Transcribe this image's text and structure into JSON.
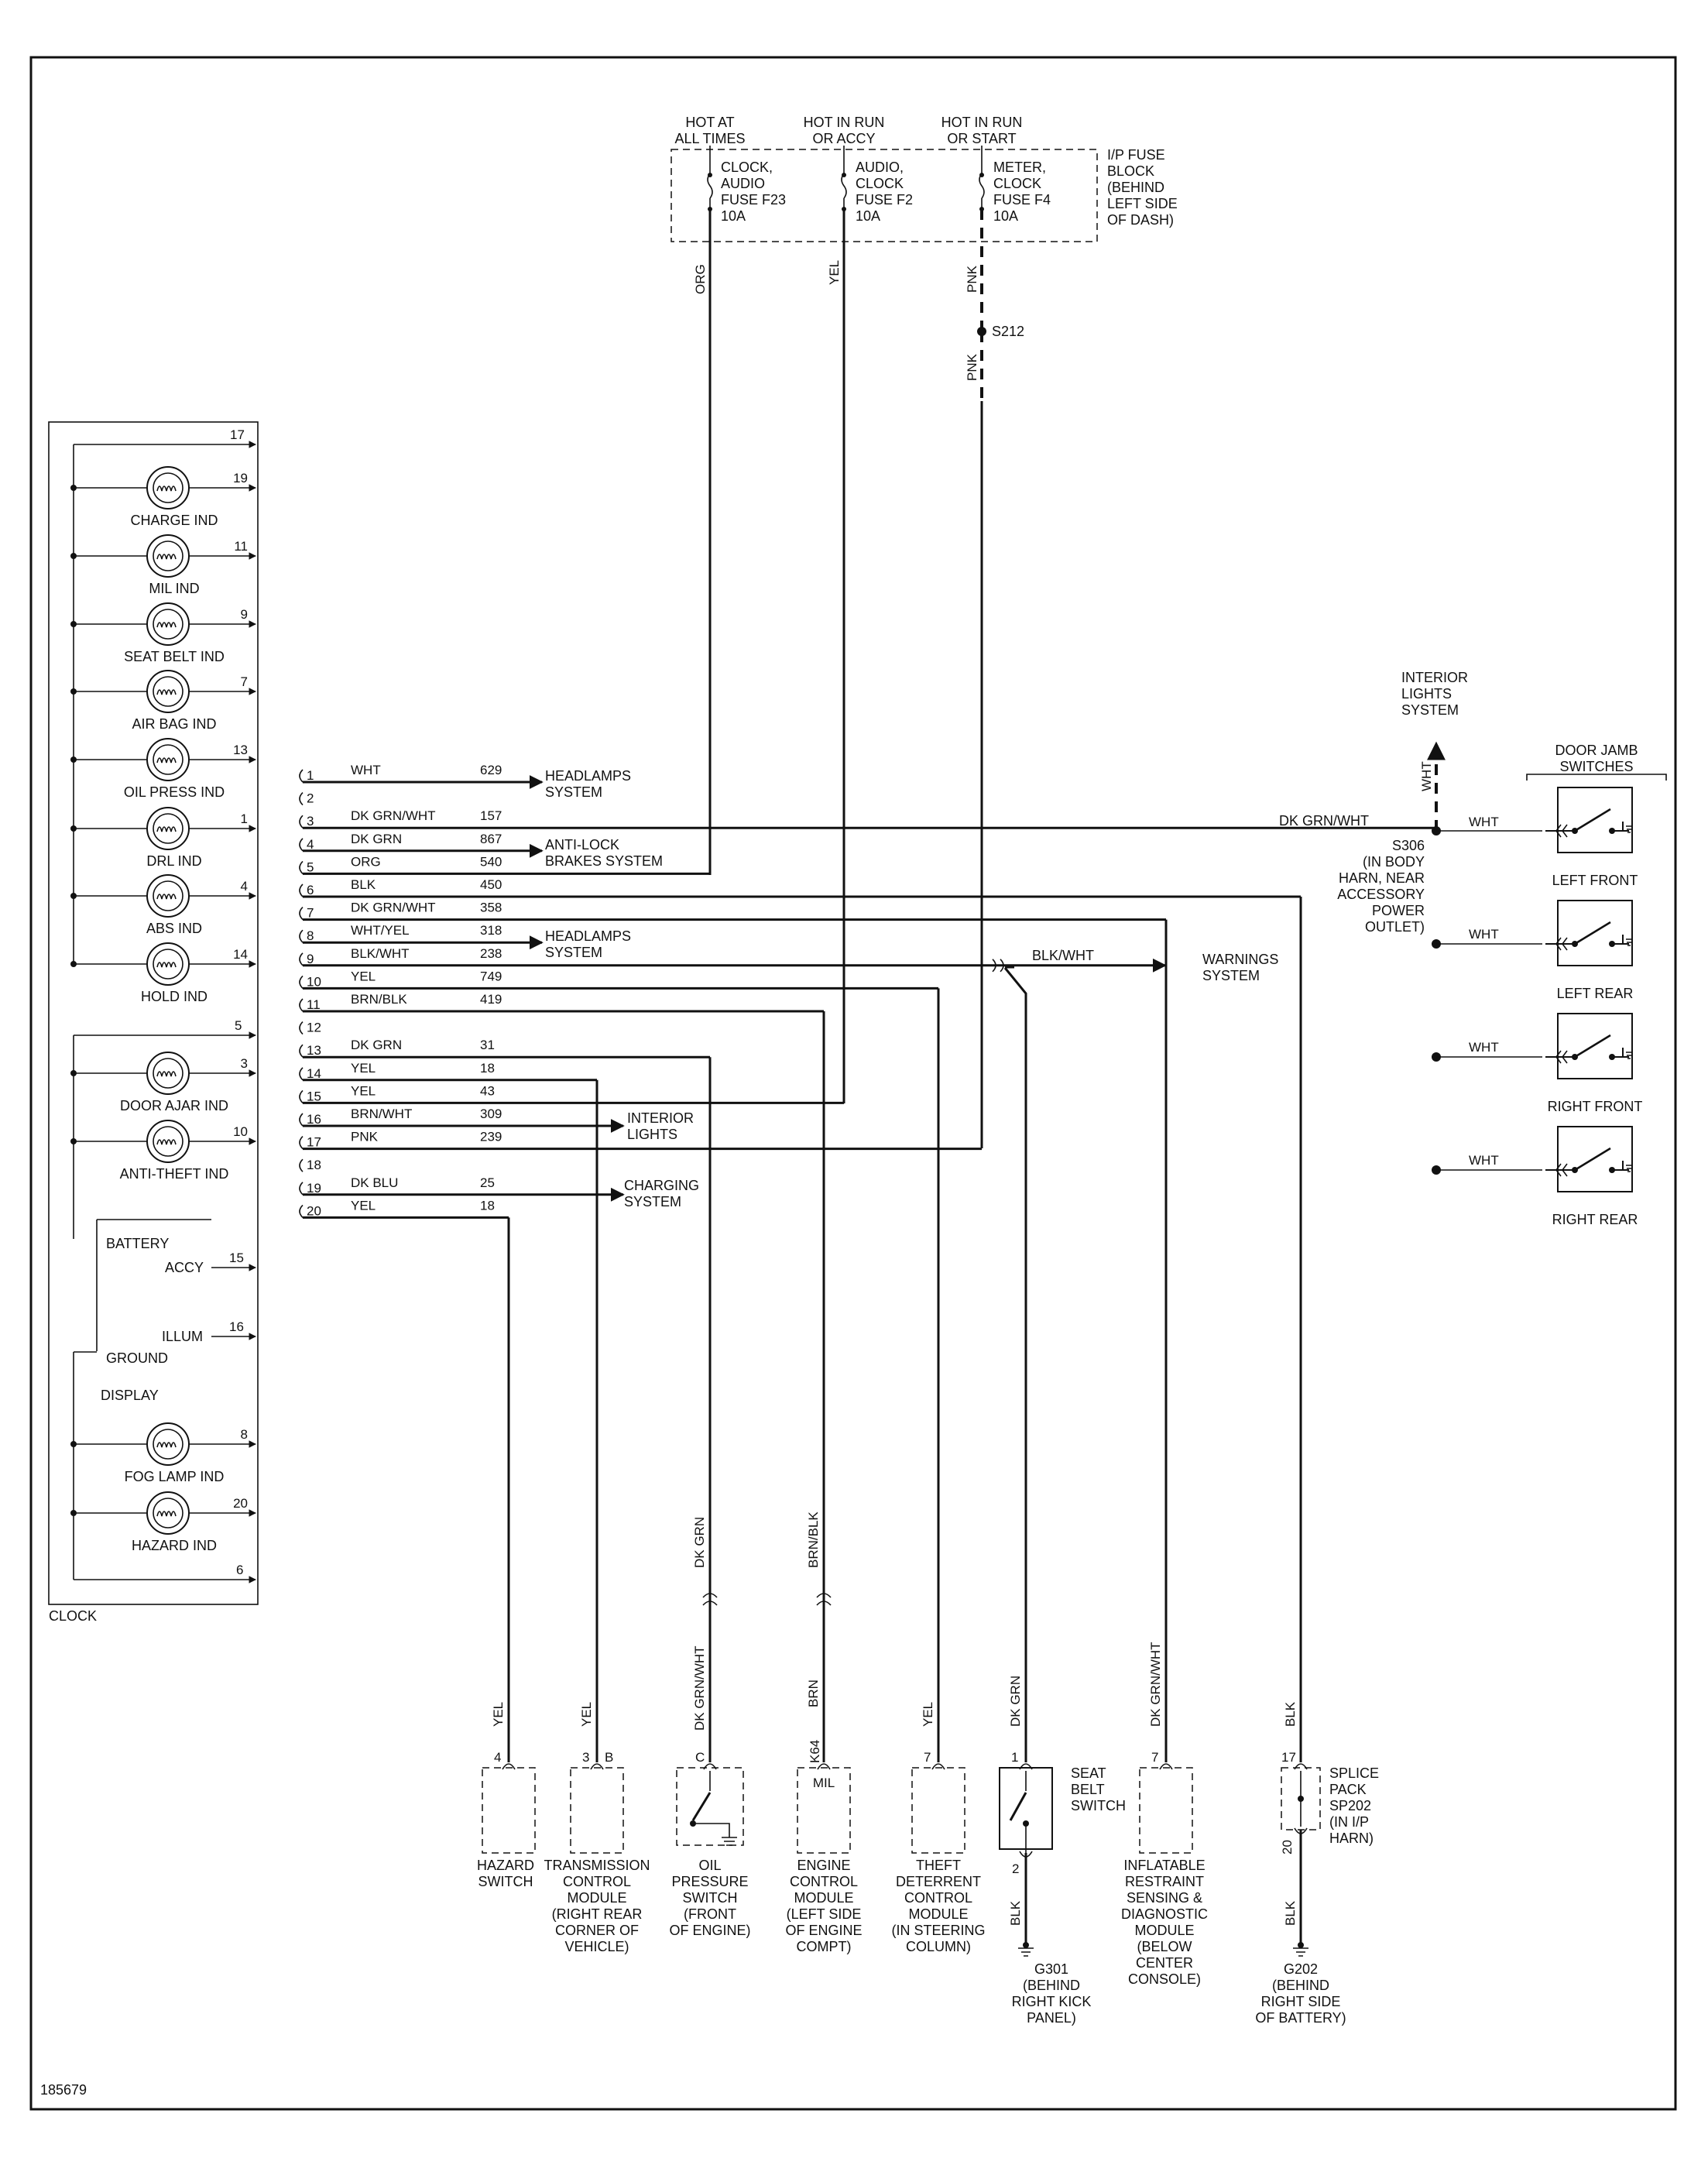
{
  "figure_id": "185679",
  "fuse_block": {
    "title": [
      "I/P FUSE",
      "BLOCK",
      "(BEHIND",
      "LEFT SIDE",
      "OF DASH)"
    ],
    "feeds": [
      {
        "hot": [
          "HOT AT",
          "ALL TIMES"
        ],
        "fuse": [
          "CLOCK,",
          "AUDIO",
          "FUSE F23",
          "10A"
        ],
        "wire": "ORG"
      },
      {
        "hot": [
          "HOT IN RUN",
          "OR ACCY"
        ],
        "fuse": [
          "AUDIO,",
          "CLOCK",
          "FUSE F2",
          "10A"
        ],
        "wire": "YEL"
      },
      {
        "hot": [
          "HOT IN RUN",
          "OR START"
        ],
        "fuse": [
          "METER,",
          "CLOCK",
          "FUSE F4",
          "10A"
        ],
        "wire": "PNK"
      }
    ],
    "splice": "S212",
    "splice_wire": "PNK"
  },
  "clock": {
    "label": "CLOCK",
    "pins": [
      "17",
      "19",
      "11",
      "9",
      "7",
      "13",
      "1",
      "4",
      "14",
      "5",
      "3",
      "10",
      "15",
      "16",
      "8",
      "20",
      "6"
    ],
    "indicators": [
      "CHARGE IND",
      "MIL IND",
      "SEAT BELT IND",
      "AIR BAG IND",
      "OIL PRESS IND",
      "DRL IND",
      "ABS IND",
      "HOLD IND",
      "DOOR AJAR IND",
      "ANTI-THEFT IND",
      "FOG LAMP IND",
      "HAZARD IND"
    ],
    "battery": "BATTERY",
    "accy": "ACCY",
    "illum": "ILLUM",
    "ground": "GROUND",
    "display": "DISPLAY"
  },
  "connector_rows": [
    {
      "pin": "1",
      "color": "WHT",
      "circuit": "629"
    },
    {
      "pin": "2",
      "color": "",
      "circuit": ""
    },
    {
      "pin": "3",
      "color": "DK GRN/WHT",
      "circuit": "157"
    },
    {
      "pin": "4",
      "color": "DK GRN",
      "circuit": "867"
    },
    {
      "pin": "5",
      "color": "ORG",
      "circuit": "540"
    },
    {
      "pin": "6",
      "color": "BLK",
      "circuit": "450"
    },
    {
      "pin": "7",
      "color": "DK GRN/WHT",
      "circuit": "358"
    },
    {
      "pin": "8",
      "color": "WHT/YEL",
      "circuit": "318"
    },
    {
      "pin": "9",
      "color": "BLK/WHT",
      "circuit": "238"
    },
    {
      "pin": "10",
      "color": "YEL",
      "circuit": "749"
    },
    {
      "pin": "11",
      "color": "BRN/BLK",
      "circuit": "419"
    },
    {
      "pin": "12",
      "color": "",
      "circuit": ""
    },
    {
      "pin": "13",
      "color": "DK GRN",
      "circuit": "31"
    },
    {
      "pin": "14",
      "color": "YEL",
      "circuit": "18"
    },
    {
      "pin": "15",
      "color": "YEL",
      "circuit": "43"
    },
    {
      "pin": "16",
      "color": "BRN/WHT",
      "circuit": "309"
    },
    {
      "pin": "17",
      "color": "PNK",
      "circuit": "239"
    },
    {
      "pin": "18",
      "color": "",
      "circuit": ""
    },
    {
      "pin": "19",
      "color": "DK BLU",
      "circuit": "25"
    },
    {
      "pin": "20",
      "color": "YEL",
      "circuit": "18"
    }
  ],
  "destinations": {
    "headlamps_1": [
      "HEADLAMPS",
      "SYSTEM"
    ],
    "antilock": [
      "ANTI-LOCK",
      "BRAKES SYSTEM"
    ],
    "headlamps_2": [
      "HEADLAMPS",
      "SYSTEM"
    ],
    "warnings": [
      "WARNINGS",
      "SYSTEM"
    ],
    "warnings_wire": "BLK/WHT",
    "interior_lights": [
      "INTERIOR",
      "LIGHTS"
    ],
    "charging": [
      "CHARGING",
      "SYSTEM"
    ]
  },
  "door_jamb": {
    "title": [
      "DOOR JAMB",
      "SWITCHES"
    ],
    "interior_system": [
      "INTERIOR",
      "LIGHTS",
      "SYSTEM"
    ],
    "interior_wire": "WHT",
    "bus_wire": "DK GRN/WHT",
    "splice": [
      "S306",
      "(IN BODY",
      "HARN, NEAR",
      "ACCESSORY",
      "POWER",
      "OUTLET)"
    ],
    "switches": [
      {
        "wire": "WHT",
        "label": "LEFT FRONT"
      },
      {
        "wire": "WHT",
        "label": "LEFT REAR"
      },
      {
        "wire": "WHT",
        "label": "RIGHT FRONT"
      },
      {
        "wire": "WHT",
        "label": "RIGHT REAR"
      }
    ]
  },
  "bottom_components": [
    {
      "wire": "YEL",
      "pin": "4",
      "label": [
        "HAZARD",
        "SWITCH"
      ]
    },
    {
      "wire": "YEL",
      "pin": "3",
      "pin2": "B",
      "label": [
        "TRANSMISSION",
        "CONTROL",
        "MODULE",
        "(RIGHT REAR",
        "CORNER OF",
        "VEHICLE)"
      ]
    },
    {
      "wire_top": "DK GRN",
      "wire": "DK GRN/WHT",
      "pin": "C",
      "label": [
        "OIL",
        "PRESSURE",
        "SWITCH",
        "(FRONT",
        "OF ENGINE)"
      ]
    },
    {
      "wire_top": "BRN/BLK",
      "wire": "BRN",
      "pin": "K64",
      "pin2": "MIL",
      "label": [
        "ENGINE",
        "CONTROL",
        "MODULE",
        "(LEFT SIDE",
        "OF ENGINE",
        "COMPT)"
      ]
    },
    {
      "wire": "YEL",
      "pin": "7",
      "label": [
        "THEFT",
        "DETERRENT",
        "CONTROL",
        "MODULE",
        "(IN STEERING",
        "COLUMN)"
      ]
    },
    {
      "wire": "DK GRN",
      "pin": "1",
      "pin_b": "2",
      "wire_b": "BLK",
      "title": [
        "SEAT",
        "BELT",
        "SWITCH"
      ],
      "ground": [
        "G301",
        "(BEHIND",
        "RIGHT KICK",
        "PANEL)"
      ]
    },
    {
      "wire": "DK GRN/WHT",
      "pin": "7",
      "label": [
        "INFLATABLE",
        "RESTRAINT",
        "SENSING &",
        "DIAGNOSTIC",
        "MODULE",
        "(BELOW",
        "CENTER",
        "CONSOLE)"
      ]
    },
    {
      "wire": "BLK",
      "pin": "17",
      "pin_b": "20",
      "wire_b": "BLK",
      "title": [
        "SPLICE",
        "PACK",
        "SP202",
        "(IN I/P",
        "HARN)"
      ],
      "ground": [
        "G202",
        "(BEHIND",
        "RIGHT SIDE",
        "OF BATTERY)"
      ]
    }
  ]
}
